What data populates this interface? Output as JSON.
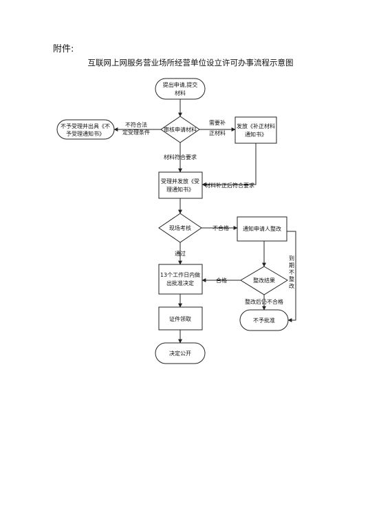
{
  "header": {
    "attachment_label": "附件:",
    "title": "互联网上网服务营业场所经营单位设立许可办事流程示意图"
  },
  "nodes": {
    "submit": [
      "提出申请,提交",
      "材料"
    ],
    "review": "审核申请材料",
    "not_accept": [
      "不予受理并出具《不",
      "予受理通知书》"
    ],
    "issue_supplement": [
      "发放《补正材料",
      "通知书》"
    ],
    "accept": [
      "受理并发放《受",
      "理通知书》"
    ],
    "inspection": "现场考核",
    "notify_rectify": "通知申请人整改",
    "rectify_result": "整改结果",
    "decision": [
      "13个工作日内做",
      "出批准决定"
    ],
    "not_approve": "不予批准",
    "collect_cert": "证件领取",
    "publish": "决定公开"
  },
  "edges": {
    "not_meet": [
      "不符合法",
      "定受理条件"
    ],
    "need_supplement": [
      "需要补",
      "正材料"
    ],
    "materials_ok": "材料符合要求",
    "supplement_ok": "材料补正后符合要求",
    "unqualified": "不合格",
    "passed": "通过",
    "qualified": "合格",
    "still_unqualified": "整改后仍不合格",
    "overdue": [
      "到",
      "期",
      "不",
      "整",
      "改"
    ]
  }
}
